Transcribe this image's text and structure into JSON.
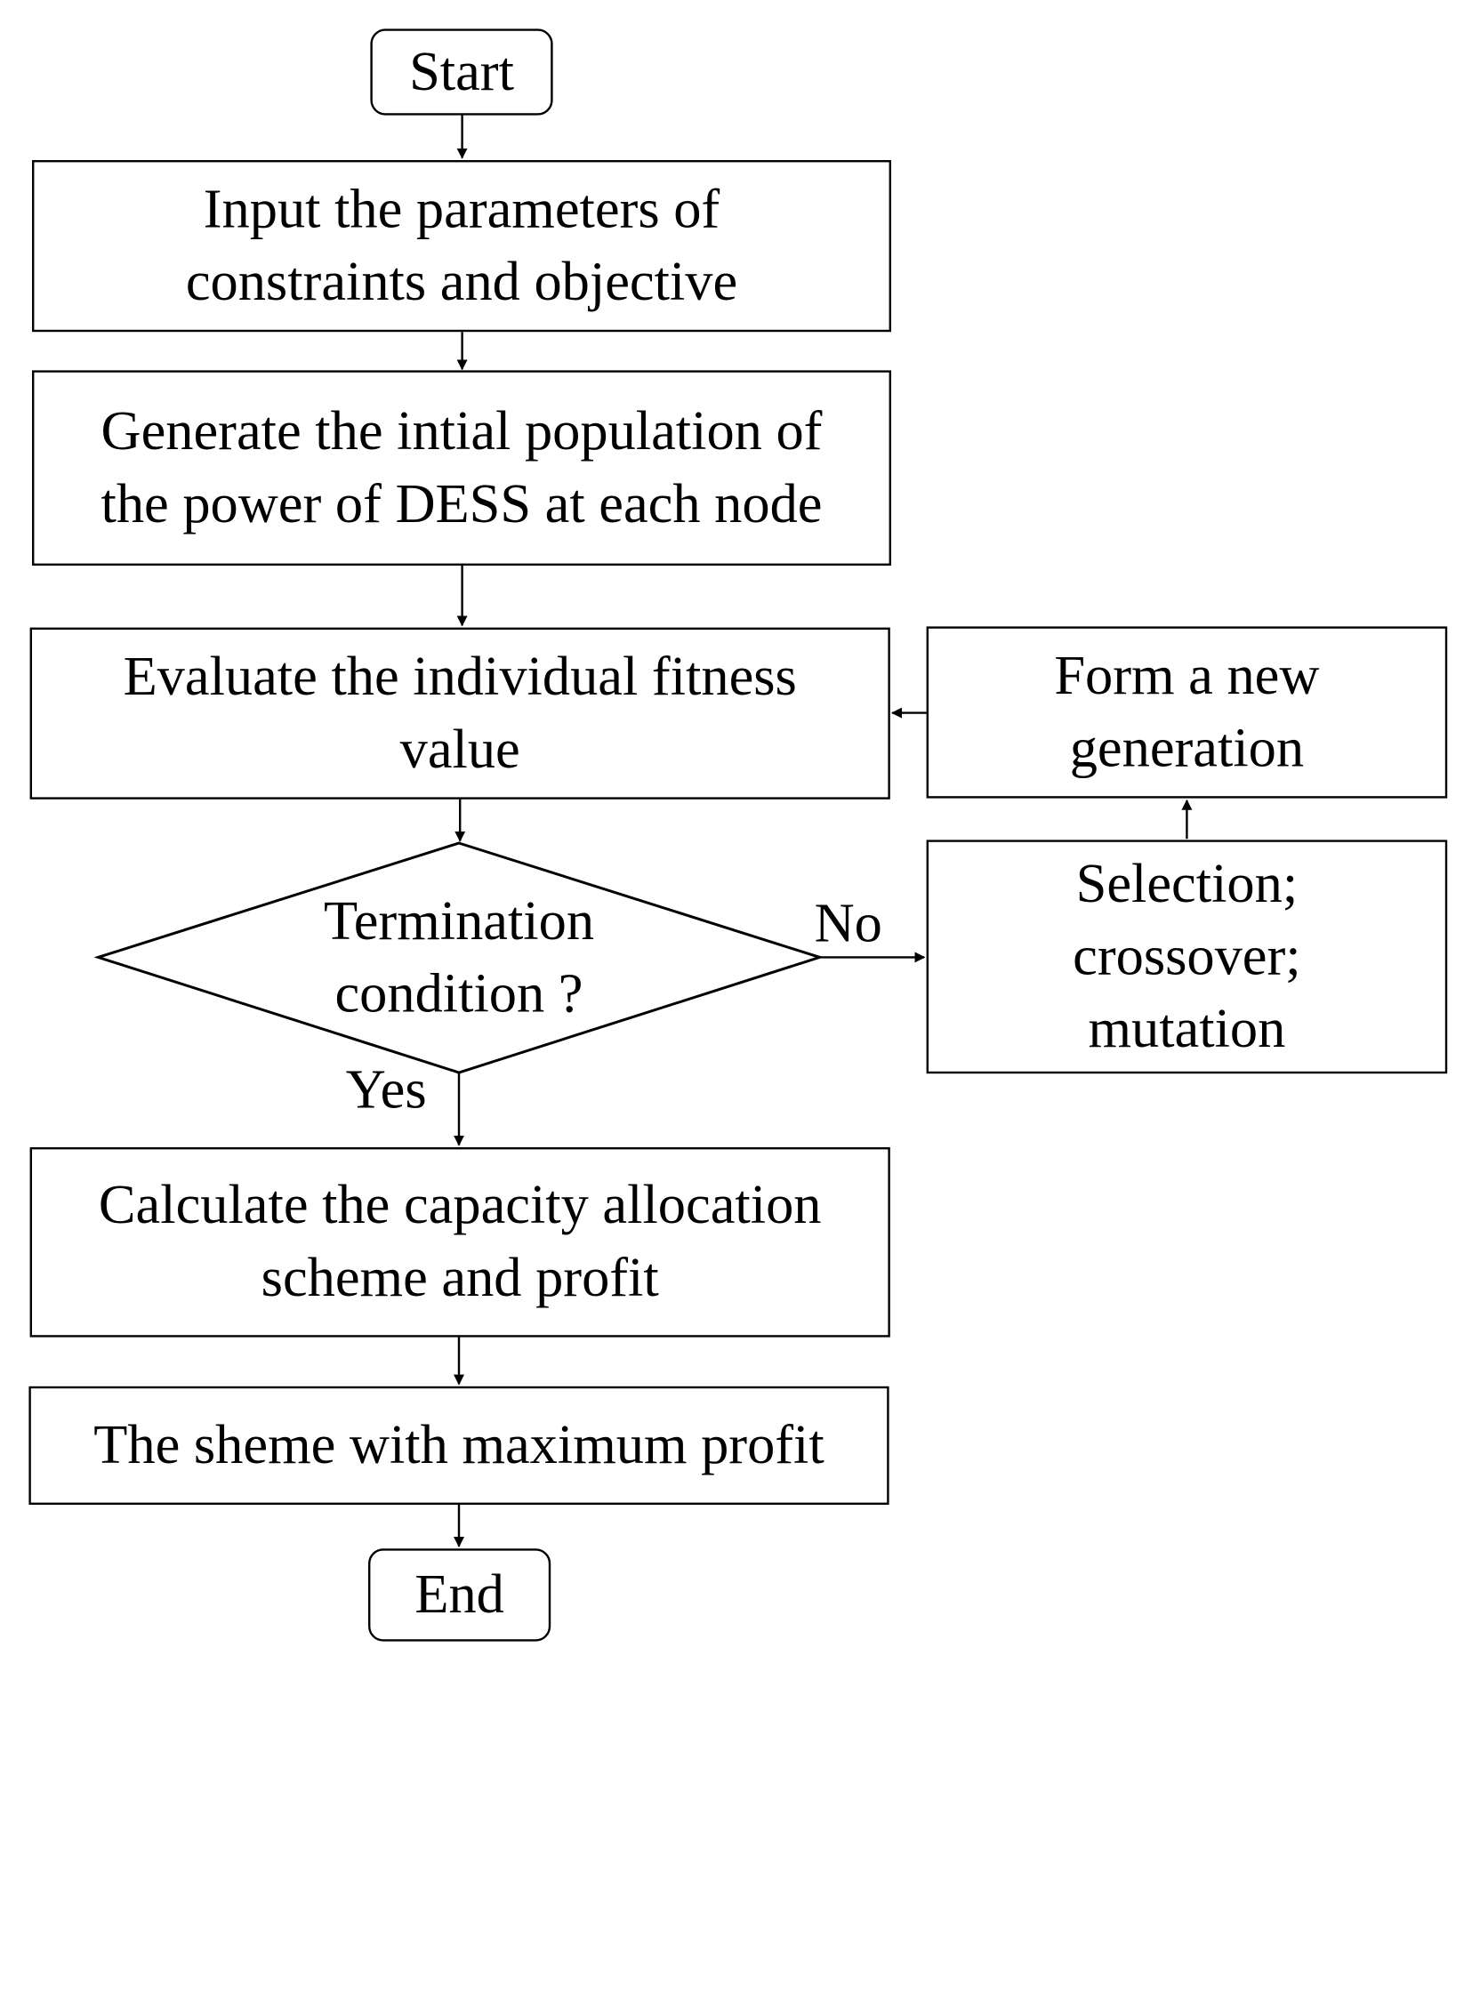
{
  "nodes": {
    "start": "Start",
    "input": [
      "Input the parameters of",
      "constraints and objective"
    ],
    "generate": [
      "Generate the intial population of",
      "the power of DESS at each node"
    ],
    "evaluate": [
      "Evaluate the individual fitness",
      "value"
    ],
    "decision": [
      "Termination",
      "condition ?"
    ],
    "operators": [
      "Selection;",
      "crossover;",
      "mutation"
    ],
    "new_generation": [
      "Form a new",
      "generation"
    ],
    "calculate": [
      "Calculate the capacity allocation",
      "scheme and profit"
    ],
    "best_scheme": "The sheme with maximum profit",
    "end": "End"
  },
  "edges": {
    "no_label": "No",
    "yes_label": "Yes"
  }
}
